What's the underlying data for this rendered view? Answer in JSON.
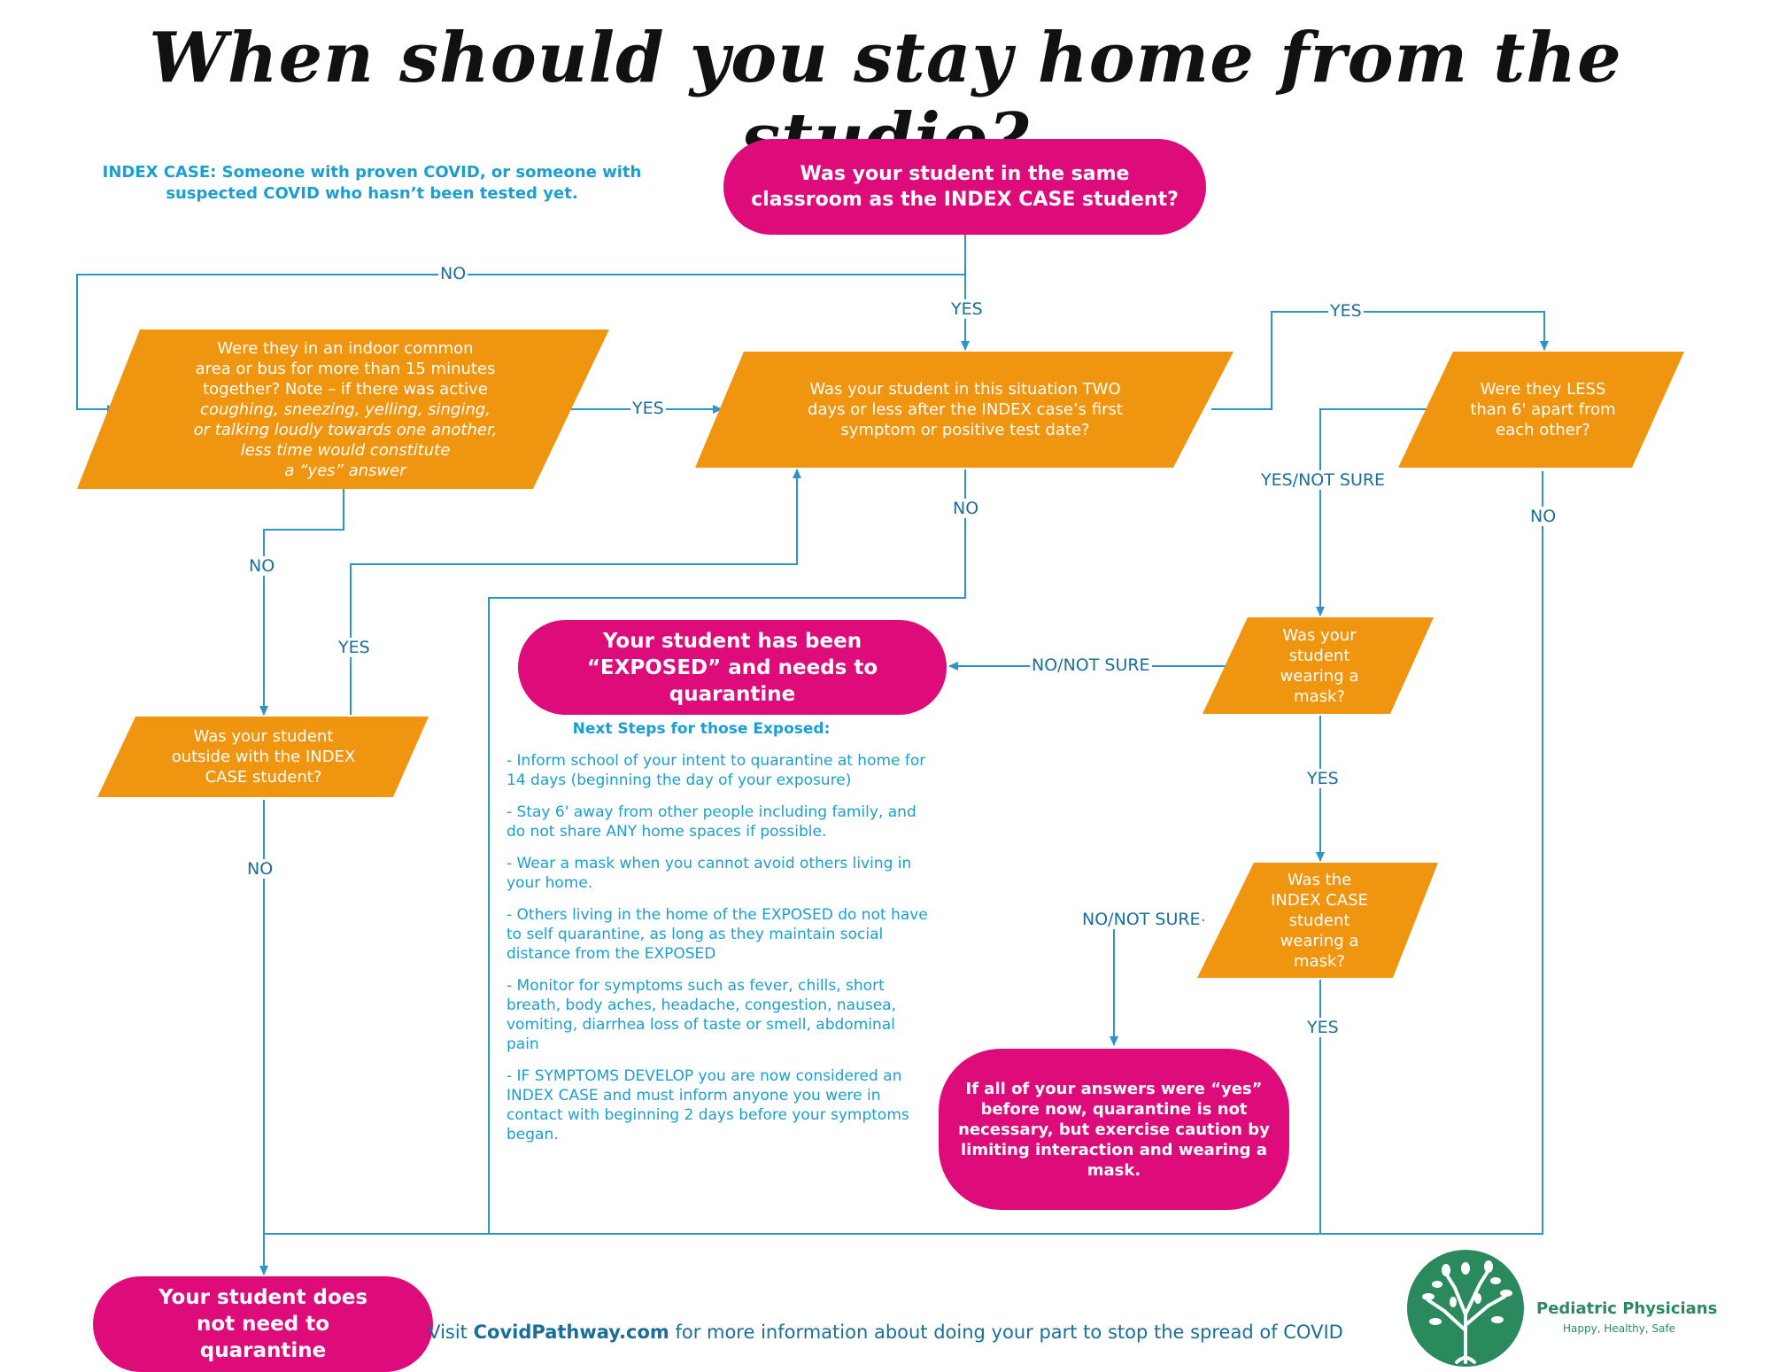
{
  "title": "When should you stay home from the studio?",
  "index_note": "INDEX CASE: Someone with proven COVID, or someone with suspected COVID who hasn’t been tested yet.",
  "nodes": {
    "q_same_classroom": "Was your student in the same classroom as the INDEX CASE student?",
    "q_indoor_common": [
      "Were they in an indoor common",
      "area or bus for more than 15 minutes",
      "together? Note – if there was active",
      "coughing, sneezing, yelling, singing,",
      "or talking loudly towards one another,",
      "less time would constitute",
      "a “yes” answer"
    ],
    "q_two_days": [
      "Was your student in this situation TWO",
      "days or less after the INDEX case’s first",
      "symptom or positive test date?"
    ],
    "q_less_6ft": [
      "Were they LESS",
      "than 6' apart from",
      "each other?"
    ],
    "q_outside": [
      "Was your student",
      "outside with the INDEX",
      "CASE student?"
    ],
    "q_student_mask": [
      "Was your",
      "student",
      "wearing a",
      "mask?"
    ],
    "q_index_mask": [
      "Was the",
      "INDEX CASE",
      "student",
      "wearing a",
      "mask?"
    ],
    "exposed": "Your student has been “EXPOSED” and needs to quarantine",
    "not_necessary": "If all of your answers were “yes” before now, quarantine is not necessary, but exercise caution by limiting interaction and wearing a mask.",
    "no_quarantine": "Your student does not need to quarantine"
  },
  "labels": {
    "no_top": "NO",
    "yes_top": "YES",
    "yes_right": "YES",
    "yes_mid": "YES",
    "no_left": "NO",
    "yes_outside": "YES",
    "no_center": "NO",
    "yes_not_sure": "YES/NOT SURE",
    "no_right": "NO",
    "no_not_sure_1": "NO/NOT SURE",
    "yes_mask": "YES",
    "no_not_sure_2": "NO/NOT SURE",
    "yes_index_mask": "YES",
    "no_outside": "NO"
  },
  "next_steps": {
    "title": "Next Steps for those Exposed:",
    "items": [
      "- Inform school of your intent to quarantine at home for 14 days (beginning the day of your exposure)",
      "- Stay 6' away from other people including family, and do not share ANY home spaces if possible.",
      "- Wear a mask when you cannot avoid others living in your home.",
      "- Others living in the home of the EXPOSED do not have to self quarantine, as long as they maintain social distance from the EXPOSED",
      "- Monitor for symptoms such as fever, chills, short breath, body aches, headache, congestion, nausea, vomiting, diarrhea loss of taste or smell, abdominal pain",
      "- IF SYMPTOMS DEVELOP you are now considered an INDEX CASE and must inform anyone you were in contact with beginning 2 days before your symptoms began."
    ]
  },
  "footer": {
    "prefix": "Visit ",
    "link": "CovidPathway.com",
    "suffix": " for more information about doing your part to stop the spread of COVID"
  },
  "brand": {
    "name": "Pediatric Physicians",
    "tagline": "Happy, Healthy, Safe"
  },
  "colors": {
    "pink": "#de0b7a",
    "orange": "#f0950f",
    "line": "#2b97c9",
    "text_blue": "#1a9fd0",
    "green": "#2a8a5e"
  }
}
